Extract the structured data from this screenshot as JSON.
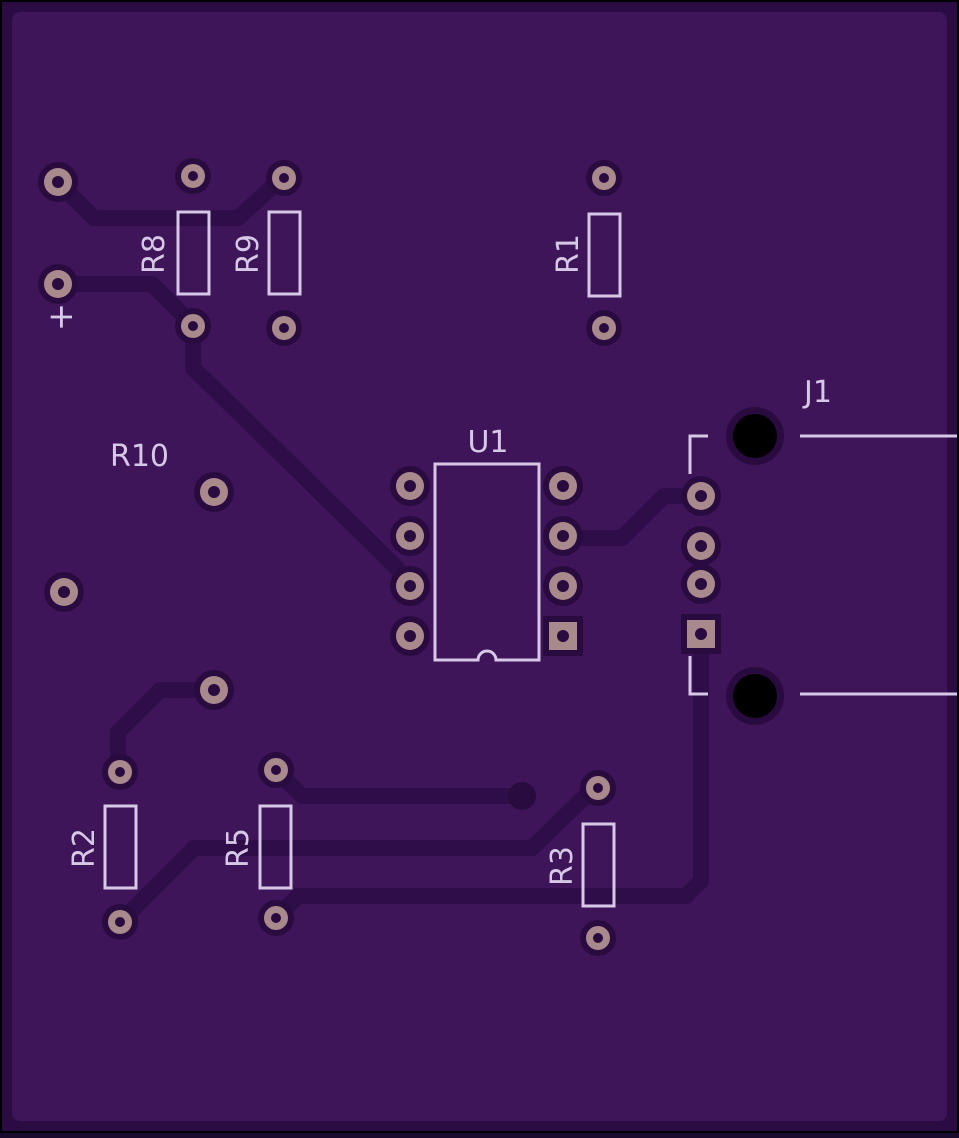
{
  "colors": {
    "board": "#3d1558",
    "board_edge": "#2a0c42",
    "outline": "#000000",
    "trace": "#2e0d48",
    "pad": "#a88a8c",
    "pad_ring": "#2a0b40",
    "drill": "#2a0b40",
    "silk": "#d6c8e6",
    "mount_hole": "#000000"
  },
  "labels": {
    "r8": "R8",
    "r9": "R9",
    "r1": "R1",
    "plus": "+",
    "r10": "R10",
    "u1": "U1",
    "j1": "J1",
    "r2": "R2",
    "r5": "R5",
    "r3": "R3"
  }
}
